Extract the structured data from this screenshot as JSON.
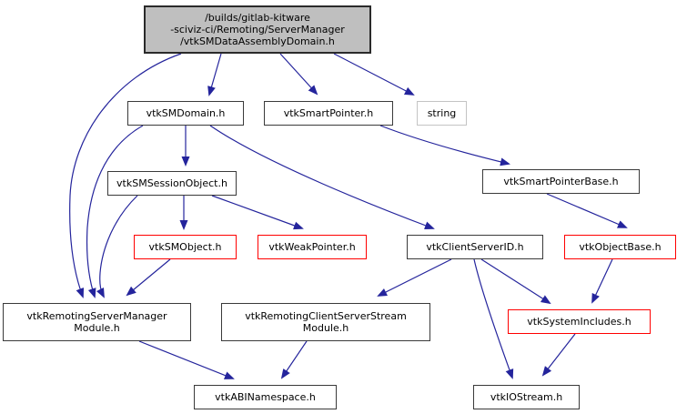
{
  "diagram": {
    "kind": "include-dependency-graph",
    "background": "#ffffff",
    "colors": {
      "edge": "#24249c",
      "border_default": "#3a3a3a",
      "border_truncated": "#ff0000",
      "border_external": "#c4c4c4",
      "root_fill": "#bfbfbf",
      "node_fill": "#ffffff",
      "text": "#000000"
    },
    "nodes": [
      {
        "id": "root",
        "lines": [
          "/builds/gitlab-kitware",
          "-sciviz-ci/Remoting/ServerManager",
          "/vtkSMDataAssemblyDomain.h"
        ],
        "type": "root",
        "clickable": false
      },
      {
        "id": "vtkSMDomain",
        "lines": [
          "vtkSMDomain.h"
        ],
        "type": "default",
        "clickable": true
      },
      {
        "id": "vtkSmartPointer",
        "lines": [
          "vtkSmartPointer.h"
        ],
        "type": "default",
        "clickable": true
      },
      {
        "id": "string",
        "lines": [
          "string"
        ],
        "type": "external",
        "clickable": false
      },
      {
        "id": "vtkSMSessionObject",
        "lines": [
          "vtkSMSessionObject.h"
        ],
        "type": "default",
        "clickable": true
      },
      {
        "id": "vtkSmartPointerBase",
        "lines": [
          "vtkSmartPointerBase.h"
        ],
        "type": "default",
        "clickable": true
      },
      {
        "id": "vtkSMObject",
        "lines": [
          "vtkSMObject.h"
        ],
        "type": "truncated",
        "clickable": true
      },
      {
        "id": "vtkWeakPointer",
        "lines": [
          "vtkWeakPointer.h"
        ],
        "type": "truncated",
        "clickable": true
      },
      {
        "id": "vtkClientServerID",
        "lines": [
          "vtkClientServerID.h"
        ],
        "type": "default",
        "clickable": true
      },
      {
        "id": "vtkObjectBase",
        "lines": [
          "vtkObjectBase.h"
        ],
        "type": "truncated",
        "clickable": true
      },
      {
        "id": "vtkRemotingServerManagerModule",
        "lines": [
          "vtkRemotingServerManager",
          "Module.h"
        ],
        "type": "default",
        "clickable": true
      },
      {
        "id": "vtkRemotingClientServerStreamModule",
        "lines": [
          "vtkRemotingClientServerStream",
          "Module.h"
        ],
        "type": "default",
        "clickable": true
      },
      {
        "id": "vtkSystemIncludes",
        "lines": [
          "vtkSystemIncludes.h"
        ],
        "type": "truncated",
        "clickable": true
      },
      {
        "id": "vtkABINamespace",
        "lines": [
          "vtkABINamespace.h"
        ],
        "type": "default",
        "clickable": true
      },
      {
        "id": "vtkIOStream",
        "lines": [
          "vtkIOStream.h"
        ],
        "type": "default",
        "clickable": true
      }
    ],
    "edges": [
      {
        "from": "root",
        "to": "vtkSMDomain"
      },
      {
        "from": "root",
        "to": "vtkSmartPointer"
      },
      {
        "from": "root",
        "to": "string"
      },
      {
        "from": "root",
        "to": "vtkRemotingServerManagerModule"
      },
      {
        "from": "vtkSMDomain",
        "to": "vtkSMSessionObject"
      },
      {
        "from": "vtkSMDomain",
        "to": "vtkRemotingServerManagerModule"
      },
      {
        "from": "vtkSMDomain",
        "to": "vtkClientServerID"
      },
      {
        "from": "vtkSmartPointer",
        "to": "vtkSmartPointerBase"
      },
      {
        "from": "vtkSMSessionObject",
        "to": "vtkSMObject"
      },
      {
        "from": "vtkSMSessionObject",
        "to": "vtkWeakPointer"
      },
      {
        "from": "vtkSMSessionObject",
        "to": "vtkRemotingServerManagerModule"
      },
      {
        "from": "vtkSmartPointerBase",
        "to": "vtkObjectBase"
      },
      {
        "from": "vtkSMObject",
        "to": "vtkRemotingServerManagerModule"
      },
      {
        "from": "vtkClientServerID",
        "to": "vtkRemotingClientServerStreamModule"
      },
      {
        "from": "vtkClientServerID",
        "to": "vtkSystemIncludes"
      },
      {
        "from": "vtkClientServerID",
        "to": "vtkIOStream"
      },
      {
        "from": "vtkObjectBase",
        "to": "vtkSystemIncludes"
      },
      {
        "from": "vtkRemotingServerManagerModule",
        "to": "vtkABINamespace"
      },
      {
        "from": "vtkRemotingClientServerStreamModule",
        "to": "vtkABINamespace"
      },
      {
        "from": "vtkSystemIncludes",
        "to": "vtkIOStream"
      }
    ]
  }
}
